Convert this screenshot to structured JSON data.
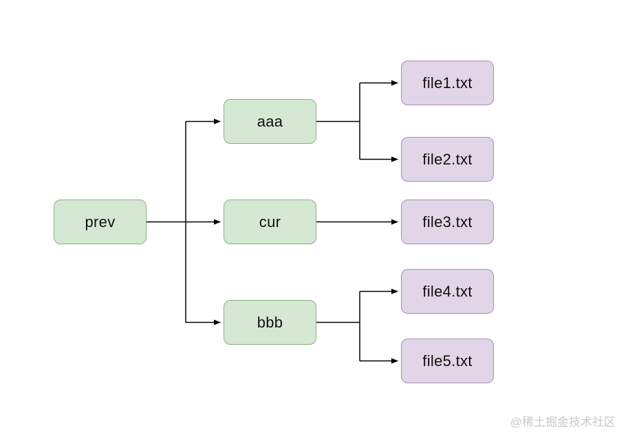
{
  "diagram": {
    "type": "tree",
    "nodes": {
      "prev": {
        "label": "prev",
        "kind": "dir"
      },
      "aaa": {
        "label": "aaa",
        "kind": "dir"
      },
      "cur": {
        "label": "cur",
        "kind": "dir"
      },
      "bbb": {
        "label": "bbb",
        "kind": "dir"
      },
      "file1": {
        "label": "file1.txt",
        "kind": "file"
      },
      "file2": {
        "label": "file2.txt",
        "kind": "file"
      },
      "file3": {
        "label": "file3.txt",
        "kind": "file"
      },
      "file4": {
        "label": "file4.txt",
        "kind": "file"
      },
      "file5": {
        "label": "file5.txt",
        "kind": "file"
      }
    },
    "edges": [
      {
        "from": "prev",
        "to": "aaa"
      },
      {
        "from": "prev",
        "to": "cur"
      },
      {
        "from": "prev",
        "to": "bbb"
      },
      {
        "from": "aaa",
        "to": "file1"
      },
      {
        "from": "aaa",
        "to": "file2"
      },
      {
        "from": "cur",
        "to": "file3"
      },
      {
        "from": "bbb",
        "to": "file4"
      },
      {
        "from": "bbb",
        "to": "file5"
      }
    ]
  },
  "colors": {
    "dir_fill": "#d5e8d4",
    "dir_border": "#8cae7e",
    "file_fill": "#e1d5e7",
    "file_border": "#a58db8",
    "edge": "#000000",
    "watermark": "#c9c9c9"
  },
  "watermark": {
    "text": "@稀土掘金技术社区"
  }
}
